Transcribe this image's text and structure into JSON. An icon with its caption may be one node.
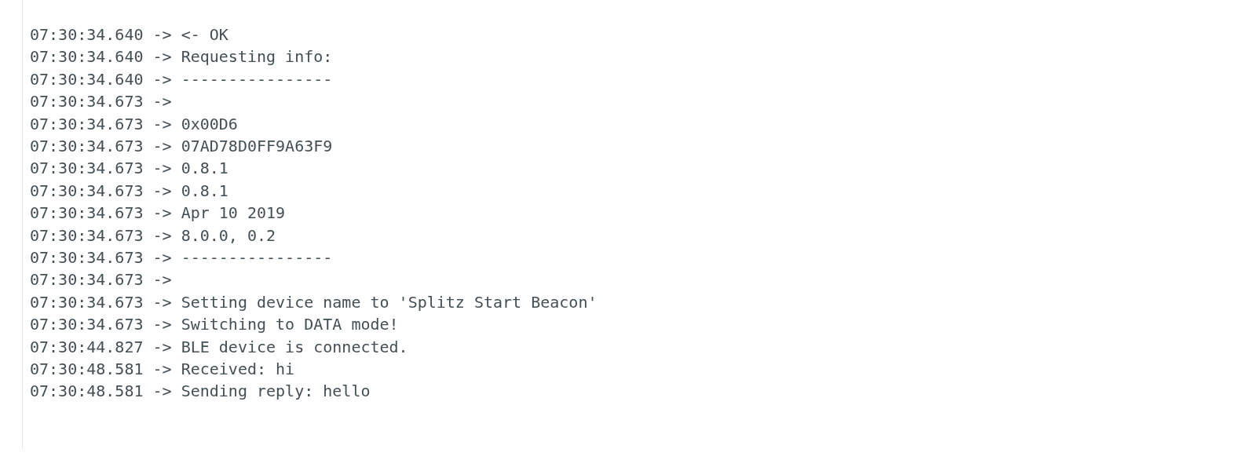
{
  "diagram": {
    "labels": [
      "07:30:34.640 -> <- OK",
      "07:30:34.640 -> Requesting info:",
      "07:30:34.640 -> ----------------",
      "07:30:34.673 ->",
      "07:30:34.673 -> 0x00D6",
      "07:30:34.673 -> 07AD78D0FF9A63F9",
      "07:30:34.673 -> 0.8.1",
      "07:30:34.673 -> 0.8.1",
      "07:30:34.673 -> Apr 10 2019",
      "07:30:34.673 -> 8.0.0, 0.2",
      "07:30:34.673 -> ----------------",
      "07:30:34.673 ->",
      "07:30:34.673 -> Setting device name to 'Splitz Start Beacon'",
      "07:30:34.673 -> Switching to DATA mode!",
      "07:30:44.827 -> BLE device is connected.",
      "07:30:48.581 -> Received: hi",
      "07:30:48.581 -> Sending reply: hello"
    ]
  }
}
